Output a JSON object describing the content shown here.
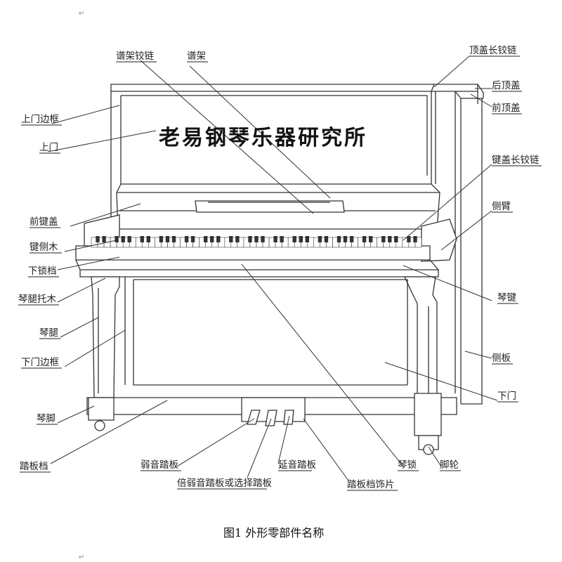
{
  "watermark": "老易钢琴乐器研究所",
  "caption": "图1 外形零部件名称",
  "para_mark": "↵",
  "labels": {
    "music_desk_hinge": "谱架铰链",
    "music_desk": "谱架",
    "top_lid_hinge": "顶盖长铰链",
    "rear_top_lid": "后顶盖",
    "front_top_lid": "前顶盖",
    "upper_frame": "上门边框",
    "upper_door": "上门",
    "fallboard_hinge": "键盖长铰链",
    "front_fallboard": "前键盖",
    "side_arm": "侧臂",
    "key_block": "键侧木",
    "key_slip": "下锁档",
    "leg_support": "琴腿托木",
    "keys": "琴键",
    "leg": "琴腿",
    "lower_frame": "下门边框",
    "side_panel": "侧板",
    "lower_door": "下门",
    "toe_block": "琴脚",
    "pedal_rail": "踏板档",
    "soft_pedal": "弱音踏板",
    "middle_pedal": "倍弱音踏板或选择踏板",
    "sustain_pedal": "延音踏板",
    "lock": "琴锁",
    "caster": "脚轮",
    "pedal_trim": "踏板档饰片"
  }
}
